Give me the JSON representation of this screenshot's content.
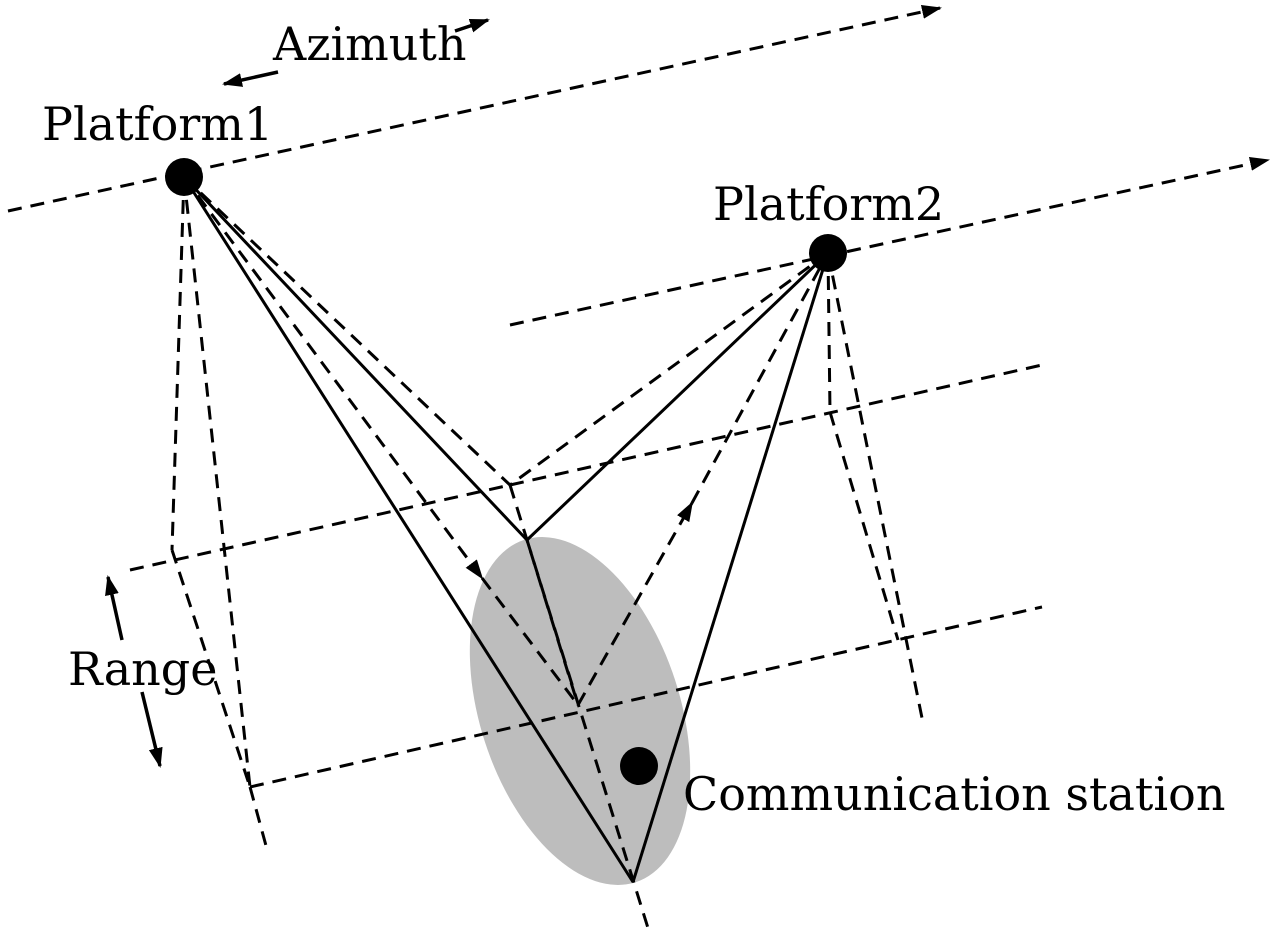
{
  "labels": {
    "azimuth": "Azimuth",
    "platform1": "Platform1",
    "platform2": "Platform2",
    "range": "Range",
    "station": "Communication station"
  },
  "colors": {
    "stroke": "#000000",
    "ellipse_fill": "#bdbdbd",
    "background": "#ffffff"
  }
}
